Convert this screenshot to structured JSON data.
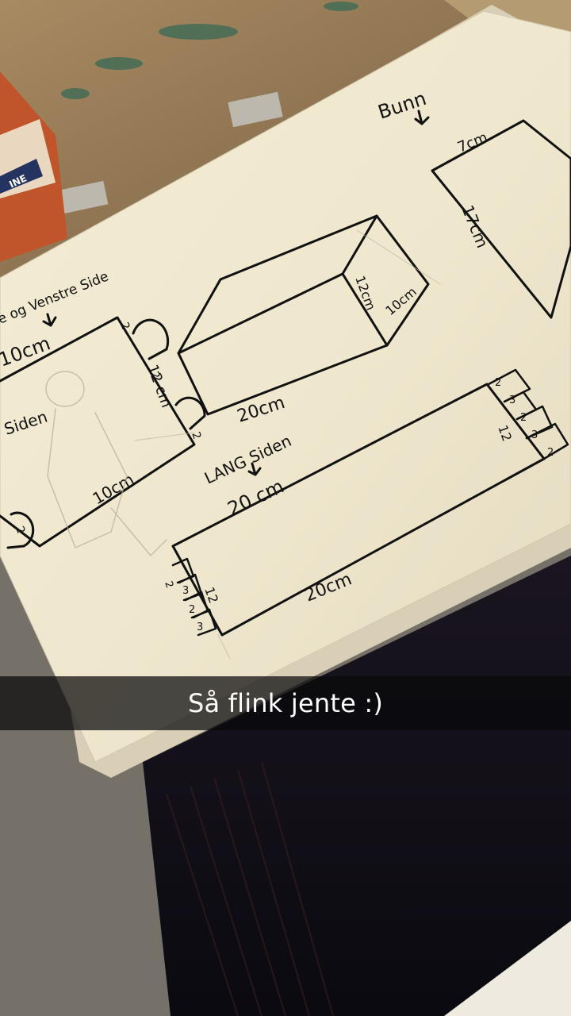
{
  "photo": {
    "box_brand_text": "INE",
    "heading_top_left": "e og Venstre Side",
    "heading_bottom": "Bunn",
    "heading_long_side": "LANG Siden",
    "left_panel_label": "Siden",
    "dims": {
      "left_top": "10cm",
      "left_bottom": "10cm",
      "left_height": "12 cm",
      "bottom_width": "7cm",
      "bottom_length": "17cm",
      "box_length": "20cm",
      "box_height": "12cm",
      "box_depth": "10cm",
      "long_top": "20 cm",
      "long_bottom": "20cm",
      "long_height_right": "12",
      "long_height_left": "12"
    },
    "tab_values": [
      "2",
      "3",
      "2",
      "3",
      "2"
    ],
    "tab_values_left": [
      "2",
      "2",
      "2",
      "2"
    ]
  },
  "caption": {
    "text": "Så flink jente :)"
  }
}
